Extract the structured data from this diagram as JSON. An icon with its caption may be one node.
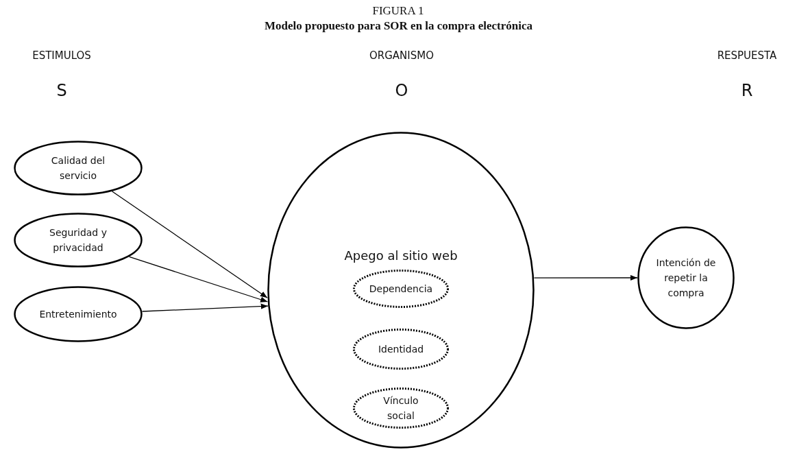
{
  "diagram": {
    "title": "Modelo propuesto para SOR en la compra electrónica",
    "nodes": [
      {
        "text": [
          "Calidad del servicio"
        ]
      },
      {
        "text": [
          "Seguridad y privacidad"
        ]
      },
      {
        "text": [
          "Entretenimiento"
        ]
      },
      {
        "text": [
          "Apego al sitio web"
        ]
      },
      {
        "text": [
          "Dependencia"
        ],
        "in": 3
      },
      {
        "text": [
          "Identidad"
        ],
        "in": 3
      },
      {
        "text": [
          "Vínculo social"
        ],
        "in": 3
      },
      {
        "text": [
          "Intención de repetir la compra"
        ]
      }
    ],
    "edges": [
      {
        "from": 0,
        "to": 3,
        "arrow": "to"
      },
      {
        "from": 1,
        "to": 3,
        "arrow": "to"
      },
      {
        "from": 2,
        "to": 3,
        "arrow": "to"
      },
      {
        "from": 3,
        "to": 7,
        "arrow": "to"
      }
    ],
    "labels": [
      "FIGURA 1",
      "ESTIMULOS",
      "ORGANISMO",
      "RESPUESTA",
      "S",
      "O",
      "R"
    ]
  }
}
